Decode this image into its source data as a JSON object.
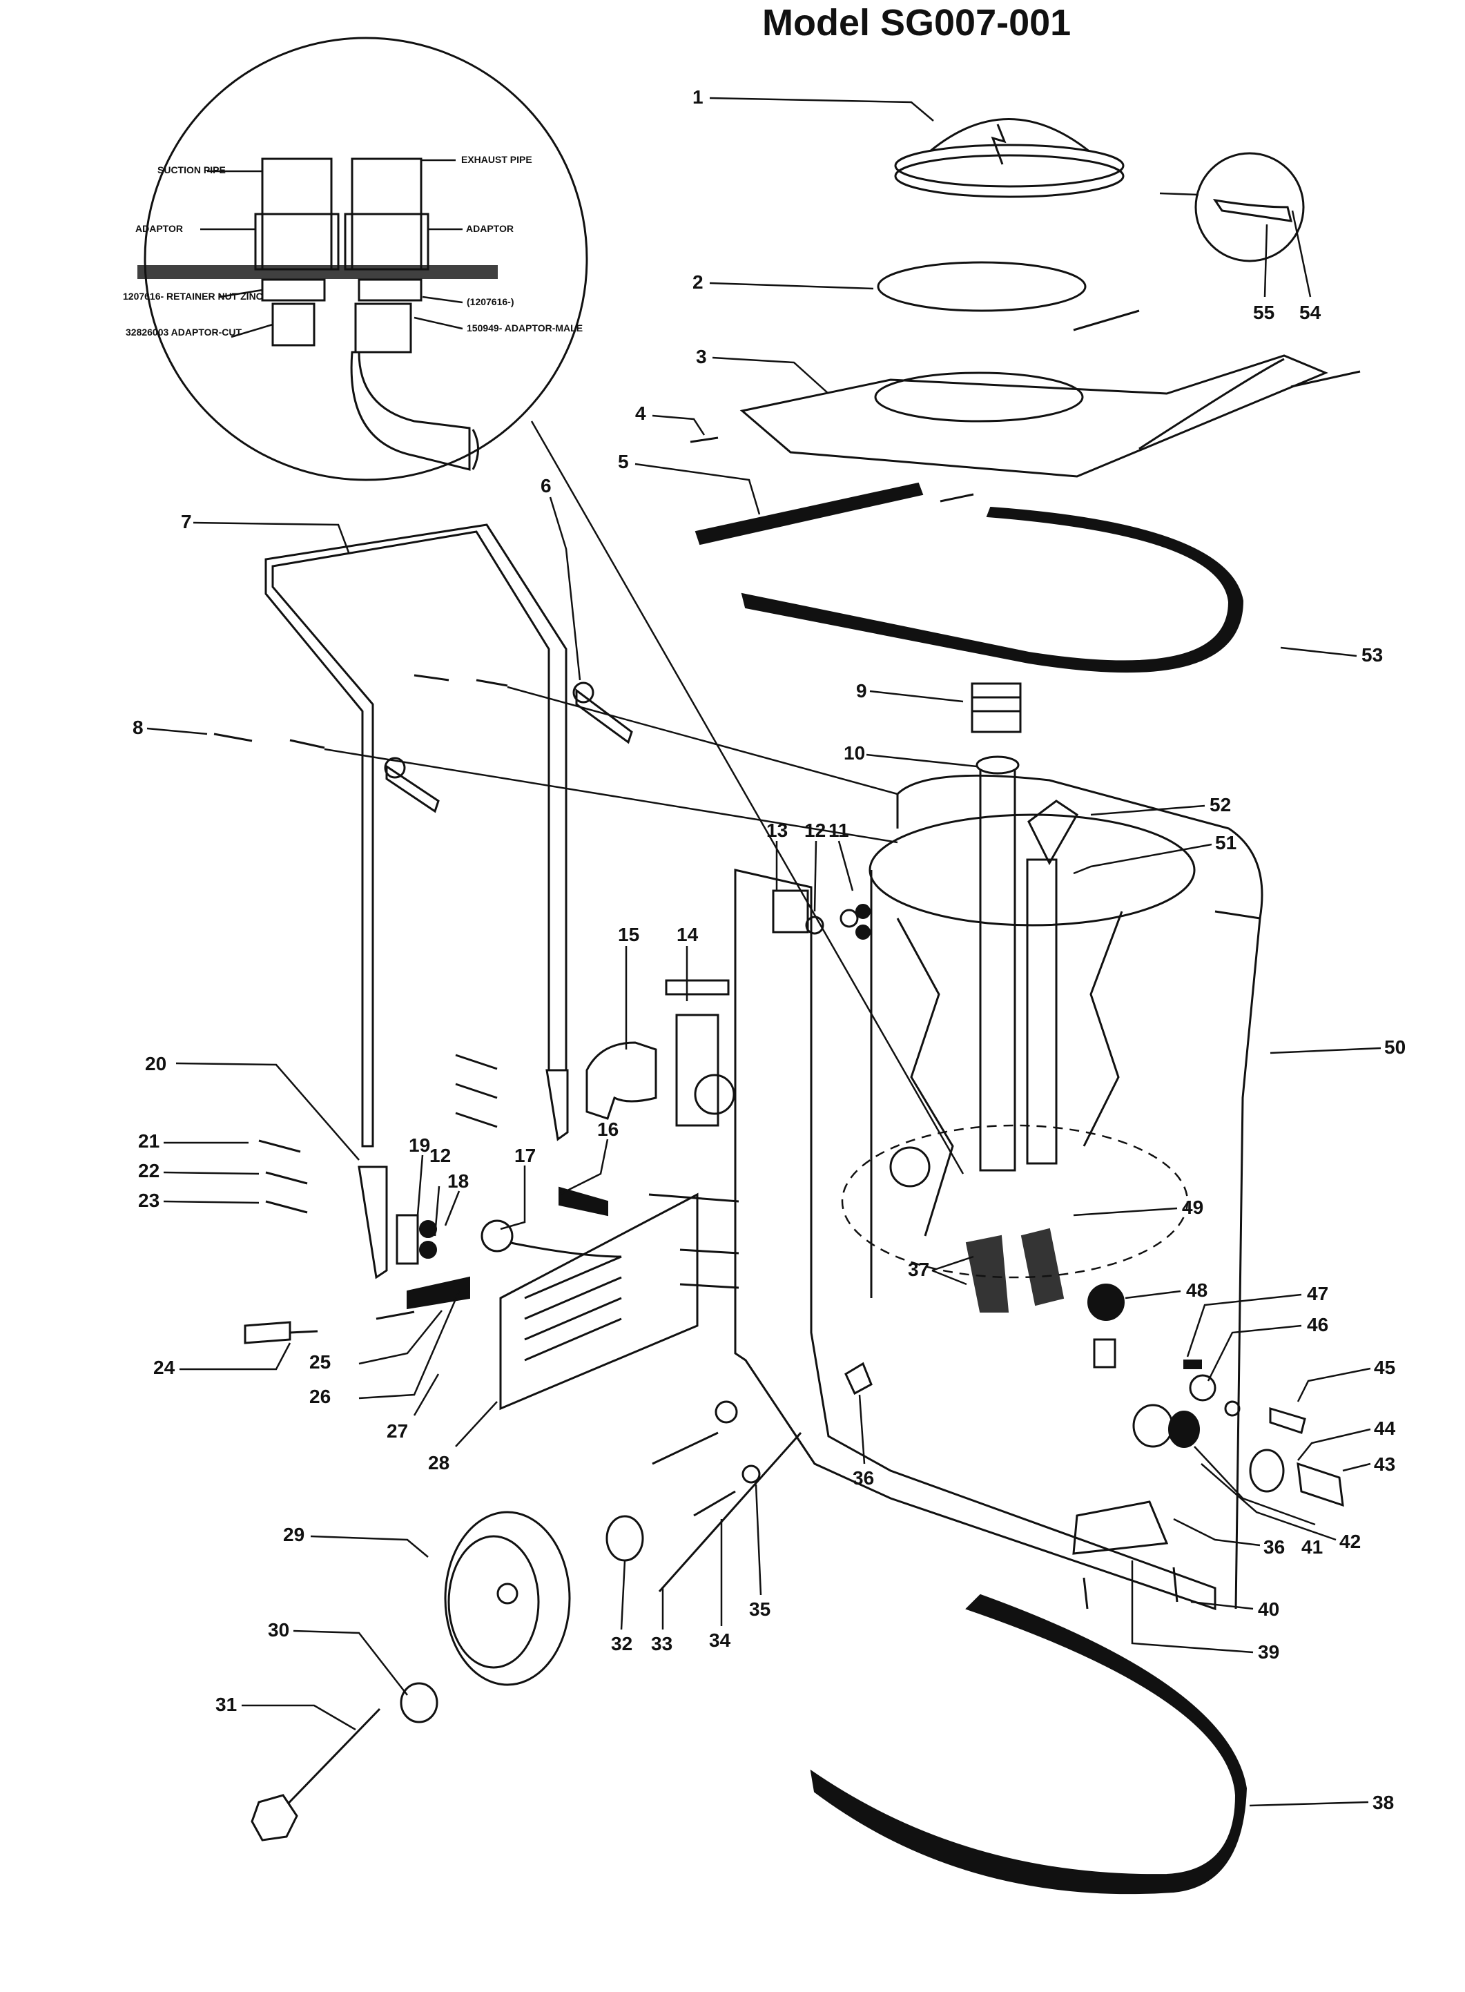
{
  "title": "Model SG007-001",
  "callouts": [
    "1",
    "2",
    "3",
    "4",
    "5",
    "6",
    "7",
    "8",
    "9",
    "10",
    "11",
    "12",
    "13",
    "14",
    "15",
    "16",
    "17",
    "18",
    "19",
    "20",
    "21",
    "22",
    "23",
    "24",
    "25",
    "26",
    "27",
    "28",
    "29",
    "30",
    "31",
    "32",
    "33",
    "34",
    "35",
    "36",
    "37",
    "38",
    "39",
    "40",
    "41",
    "42",
    "43",
    "44",
    "45",
    "46",
    "47",
    "48",
    "49",
    "50",
    "51",
    "52",
    "53",
    "54",
    "55"
  ],
  "extra_callouts": {
    "twelve_b": "12",
    "thirtysix_b": "36"
  },
  "inset": {
    "suction_pipe": "SUCTION PIPE",
    "exhaust_pipe": "EXHAUST PIPE",
    "adaptor_left": "ADAPTOR",
    "adaptor_right": "ADAPTOR",
    "retainer_nut": "1207616- RETAINER NUT ZINC",
    "adaptor_cut": "32826003 ADAPTOR-CUT",
    "retainer_ref": "(1207616-)",
    "adaptor_male": "150949- ADAPTOR-MALE"
  }
}
